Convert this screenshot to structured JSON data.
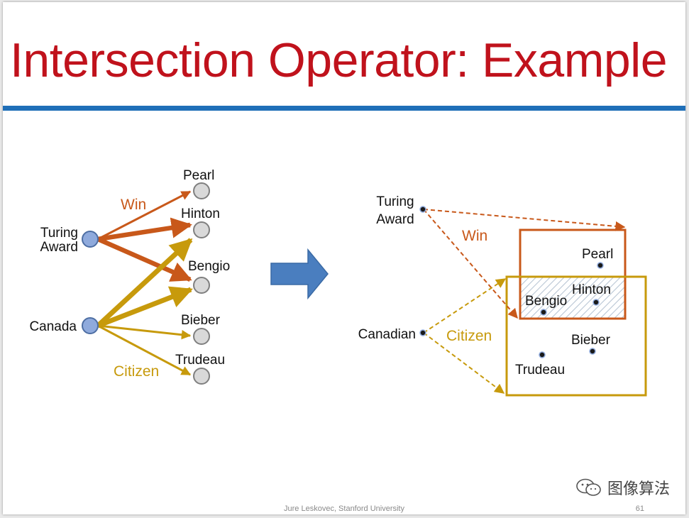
{
  "title": "Intersection Operator: Example",
  "footer": "Jure Leskovec, Stanford University",
  "page_number": "61",
  "watermark": "图像算法",
  "left_graph": {
    "anchors": [
      {
        "label_line1": "Turing",
        "label_line2": "Award"
      },
      {
        "label": "Canada"
      }
    ],
    "entities": [
      "Pearl",
      "Hinton",
      "Bengio",
      "Bieber",
      "Trudeau"
    ],
    "relations": {
      "win": "Win",
      "citizen": "Citizen"
    }
  },
  "right_graph": {
    "anchors": [
      {
        "label_line1": "Turing",
        "label_line2": "Award"
      },
      {
        "label": "Canadian"
      }
    ],
    "relations": {
      "win": "Win",
      "citizen": "Citizen"
    },
    "points": [
      "Pearl",
      "Hinton",
      "Bengio",
      "Bieber",
      "Trudeau"
    ]
  },
  "colors": {
    "title": "#c0121c",
    "rule": "#1f6fb8",
    "win": "#c8581a",
    "citizen": "#c79a0c",
    "anchor_node": "#8faadc",
    "entity_node": "#d9d9d9",
    "arrow": "#4a7ebf"
  }
}
